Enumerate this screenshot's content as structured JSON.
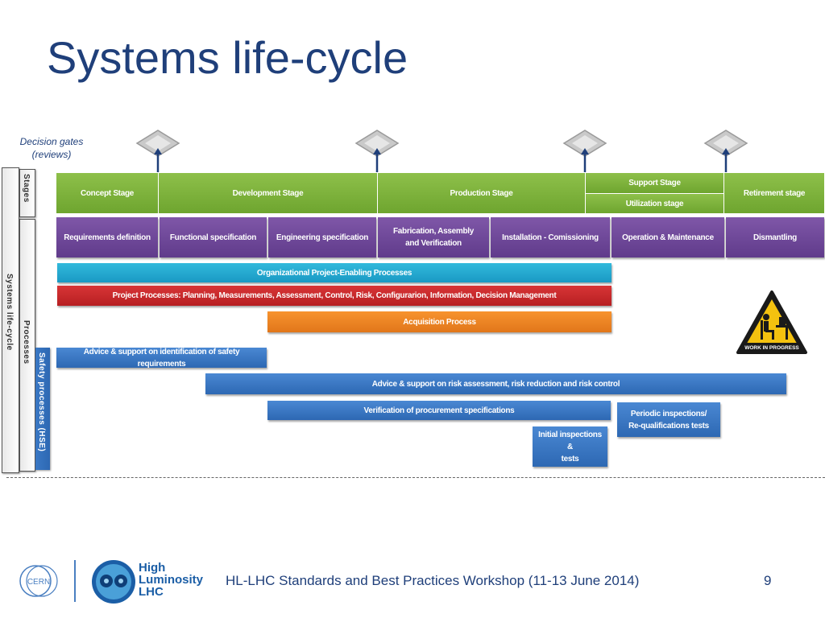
{
  "title": "Systems life-cycle",
  "decision_gates_label_line1": "Decision gates",
  "decision_gates_label_line2": "(reviews)",
  "sidebar": {
    "outer_label": "Systems life-cycle",
    "stages_label": "Stages",
    "processes_label": "Processes",
    "safety_label": "Safety processes (HSE)"
  },
  "stages": [
    "Concept Stage",
    "Development Stage",
    "Production Stage",
    "Support Stage",
    "Utilization stage",
    "Retirement stage"
  ],
  "activities": [
    "Requirements definition",
    "Functional specification",
    "Engineering specification",
    "Fabrication, Assembly and Verification",
    "Installation - Comissioning",
    "Operation & Maintenance",
    "Dismantling"
  ],
  "processes": {
    "organizational": "Organizational Project-Enabling Processes",
    "project": "Project Processes: Planning, Measurements, Assessment, Control, Risk, Configurarion, Information, Decision Management",
    "acquisition": "Acquisition Process"
  },
  "safety": {
    "advice_requirements": "Advice & support on identification of safety requirements",
    "advice_risk": "Advice & support on risk assessment, risk reduction and risk control",
    "verification_procurement": "Verification of procurement specifications",
    "periodic_line1": "Periodic inspections/",
    "periodic_line2": "Re-qualifications tests",
    "initial_line1": "Initial inspections &",
    "initial_line2": "tests"
  },
  "warning_sign_text": "WORK IN PROGRESS",
  "footer": {
    "cern_logo_text": "CERN",
    "hl_line1": "High",
    "hl_line2": "Luminosity",
    "hl_line3": "LHC",
    "workshop": "HL-LHC Standards and Best Practices Workshop (11-13 June 2014)",
    "page_number": "9"
  },
  "colors": {
    "title": "#1f3f7a",
    "stage_green": "#7ab03c",
    "activity_purple": "#6e4a9a",
    "org_cyan": "#27a9d1",
    "project_red": "#c8282b",
    "acquisition_orange": "#ee8524",
    "safety_blue": "#3a78c4",
    "warning_yellow": "#f4c20f"
  }
}
